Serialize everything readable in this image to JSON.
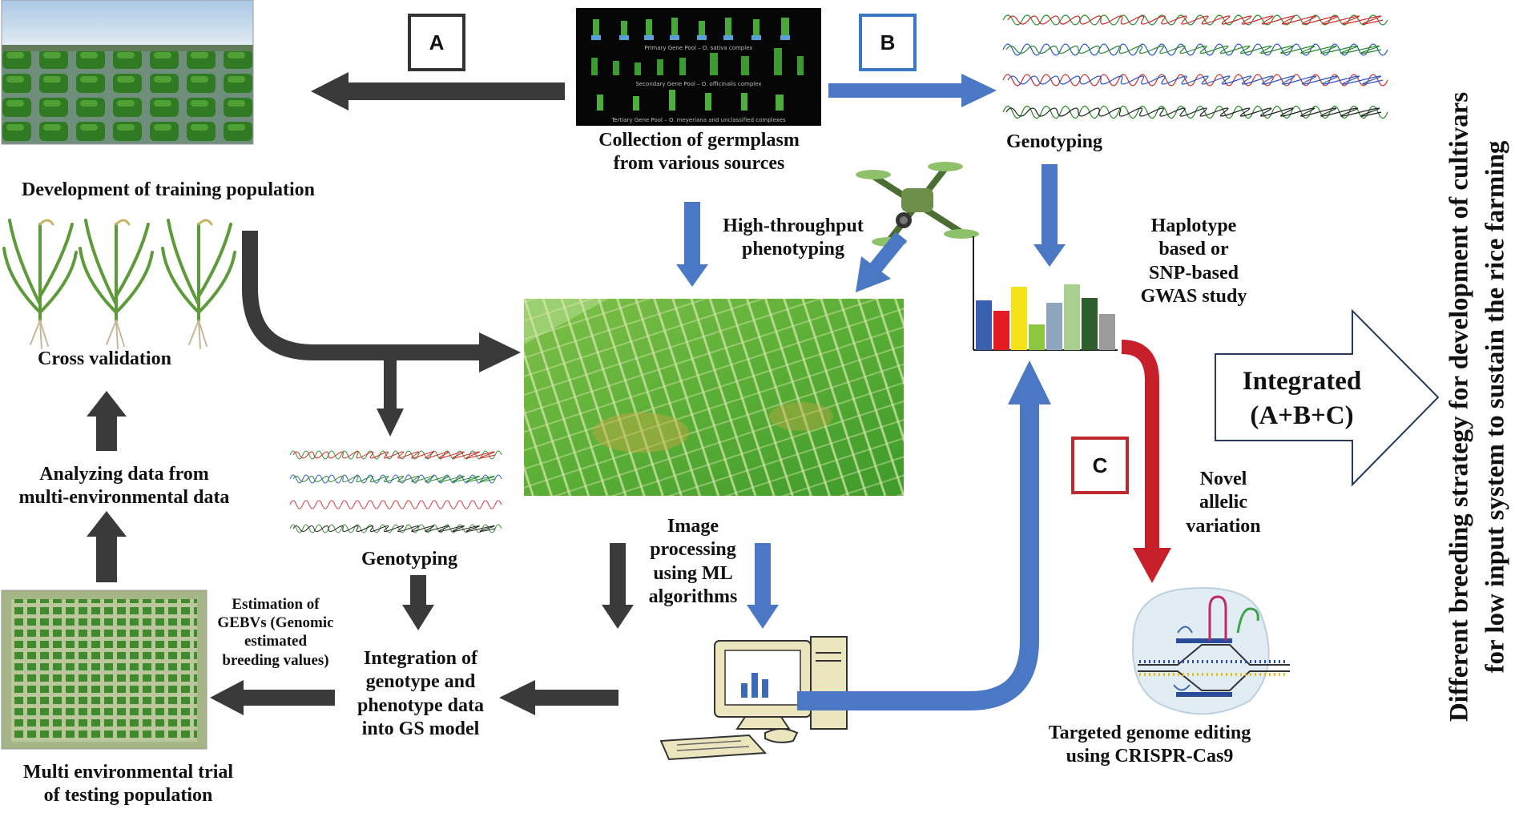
{
  "labels": {
    "dev_training": "Development of training population",
    "collection_line1": "Collection of germplasm",
    "collection_line2": "from various sources",
    "genotyping_top": "Genotyping",
    "cross_validation": "Cross validation",
    "htp_line1": "High-throughput",
    "htp_line2": "phenotyping",
    "haplotype_line1": "Haplotype",
    "haplotype_line2": "based or",
    "haplotype_line3": "SNP-based",
    "haplotype_line4": "GWAS study",
    "analyzing_line1": "Analyzing data from",
    "analyzing_line2": "multi-environmental data",
    "genotyping_mid": "Genotyping",
    "image_line1": "Image",
    "image_line2": "processing",
    "image_line3": "using ML",
    "image_line4": "algorithms",
    "estimation_line1": "Estimation of",
    "estimation_line2": "GEBVs (Genomic",
    "estimation_line3": "estimated",
    "estimation_line4": "breeding values)",
    "integration_line1": "Integration of",
    "integration_line2": "genotype and",
    "integration_line3": "phenotype data",
    "integration_line4": "into GS model",
    "novel_line1": "Novel",
    "novel_line2": "allelic",
    "novel_line3": "variation",
    "targeted_line1": "Targeted genome editing",
    "targeted_line2": "using CRISPR-Cas9",
    "multi_env_line1": "Multi environmental trial",
    "multi_env_line2": "of testing population",
    "integrated_line1": "Integrated",
    "integrated_line2": "(A+B+C)",
    "side_line1": "Different breeding strategy for development of cultivars",
    "side_line2": "for low input system to sustain the rice farming"
  },
  "boxes": {
    "a": "A",
    "b": "B",
    "c": "C"
  },
  "germplasm_panel": {
    "row1": "Primary Gene Pool – O. sativa complex",
    "row2": "Secondary Gene Pool – O. officinalis complex",
    "row3": "Tertiary Gene Pool – O. meyeriana and unclassified complexes"
  },
  "colors": {
    "dark_arrow": "#3a3a3a",
    "blue_arrow": "#4a78c4",
    "red_arrow": "#c8202a",
    "box_a_border": "#333333",
    "box_b_border": "#3b78c4",
    "box_c_border": "#c0282e",
    "gwas_bars": [
      "#3a5fb0",
      "#e31b23",
      "#f4e21b",
      "#8dc63f",
      "#8fa4bd",
      "#a8cf8e",
      "#2e5e2e",
      "#9b9b9b"
    ]
  }
}
